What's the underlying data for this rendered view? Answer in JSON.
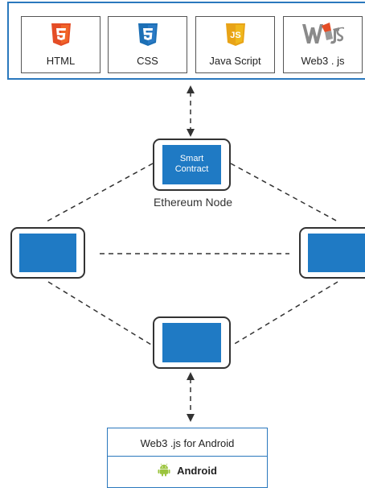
{
  "technologies": [
    {
      "label": "HTML",
      "icon": "html5-icon",
      "color": "#e44d26"
    },
    {
      "label": "CSS",
      "icon": "css3-icon",
      "color": "#2a7ac5"
    },
    {
      "label": "Java Script",
      "icon": "javascript-icon",
      "color": "#f0b81c"
    },
    {
      "label": "Web3 . js",
      "icon": "web3js-icon",
      "color": "#8a8a8a"
    }
  ],
  "node": {
    "screen_text": "Smart\nContract",
    "label": "Ethereum Node"
  },
  "android": {
    "title": "Web3 .js for  Android",
    "label": "Android",
    "icon": "android-icon",
    "icon_color": "#9bc43d"
  },
  "colors": {
    "accent": "#2a78bd",
    "screen": "#1f7ac4",
    "line": "#333333"
  }
}
